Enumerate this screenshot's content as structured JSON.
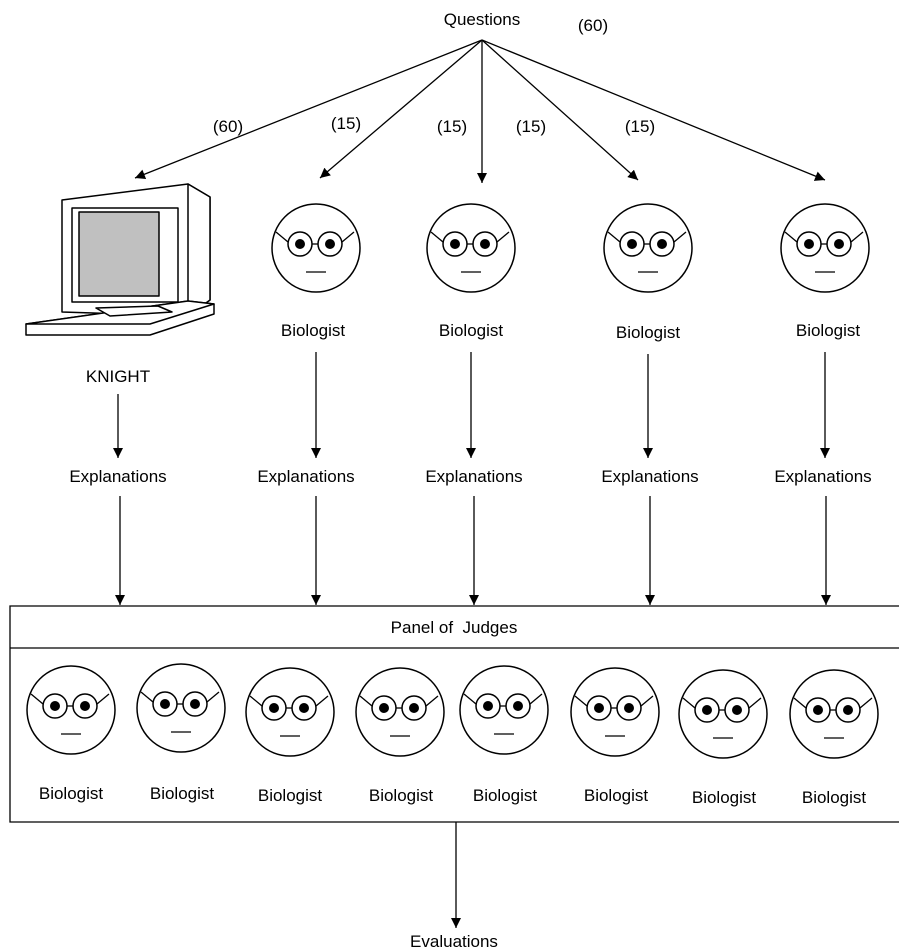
{
  "root": {
    "label": "Questions",
    "count": "(60)"
  },
  "answerers": [
    {
      "id": "knight",
      "kind": "computer",
      "label": "KNIGHT",
      "question_count": "(60)",
      "output": "Explanations"
    },
    {
      "id": "biologist-1",
      "kind": "biologist",
      "label": "Biologist",
      "question_count": "(15)",
      "output": "Explanations"
    },
    {
      "id": "biologist-2",
      "kind": "biologist",
      "label": "Biologist",
      "question_count": "(15)",
      "output": "Explanations"
    },
    {
      "id": "biologist-3",
      "kind": "biologist",
      "label": "Biologist",
      "question_count": "(15)",
      "output": "Explanations"
    },
    {
      "id": "biologist-4",
      "kind": "biologist",
      "label": "Biologist",
      "question_count": "(15)",
      "output": "Explanations"
    }
  ],
  "panel": {
    "title": "Panel of  Judges",
    "judges": [
      "Biologist",
      "Biologist",
      "Biologist",
      "Biologist",
      "Biologist",
      "Biologist",
      "Biologist",
      "Biologist"
    ]
  },
  "result": {
    "label": "Evaluations"
  },
  "colors": {
    "stroke": "#000000",
    "screen": "#c0c0c0",
    "background": "#ffffff"
  },
  "icons": {
    "computer": "computer-icon",
    "face": "biologist-face-icon"
  }
}
